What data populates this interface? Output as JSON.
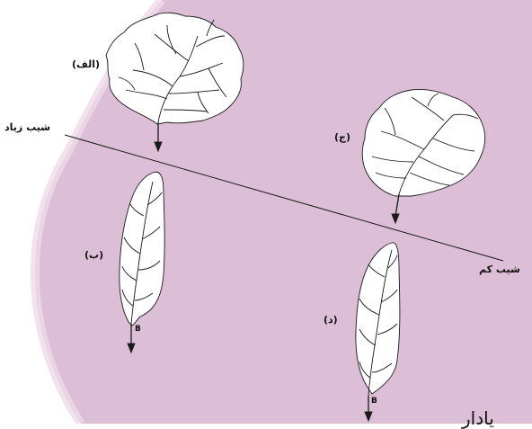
{
  "labels": {
    "alef": "(الف)",
    "be": "(ب)",
    "che": "(ج)",
    "dal": "(د)",
    "steep_slope": "شیب زیاد",
    "gentle_slope": "شیب کم",
    "outlet_letter": "B",
    "cut_caption": "یادار"
  },
  "colors": {
    "background": "#dcbfd6",
    "page": "#ffffff",
    "stroke": "#1a1a1a"
  }
}
